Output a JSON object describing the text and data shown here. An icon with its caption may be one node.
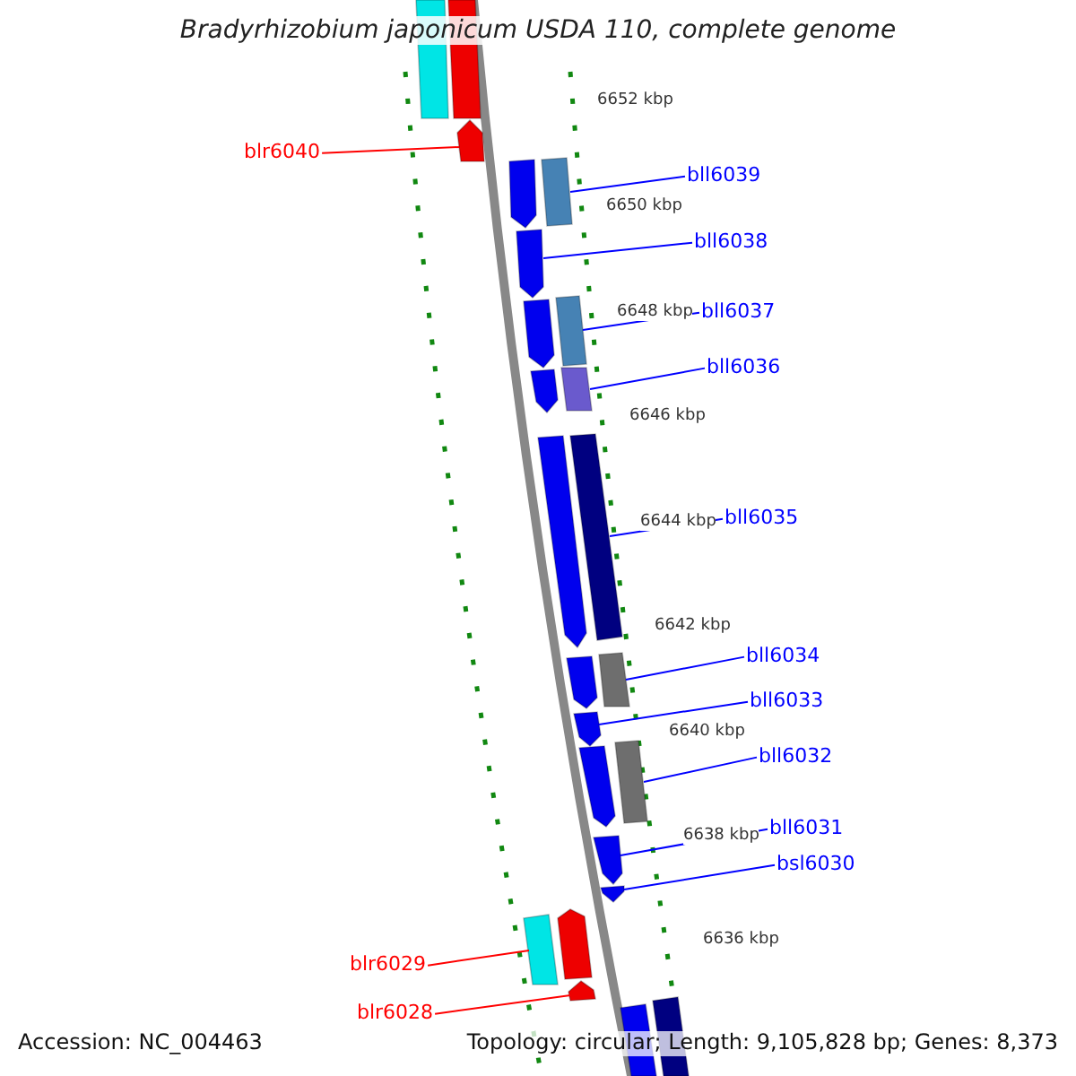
{
  "diagram": {
    "title": "Bradyrhizobium japonicum USDA 110, complete genome",
    "nodes": [
      {
        "text": [],
        "shape": "bar"
      },
      {
        "text": [],
        "shape": "bar"
      },
      {
        "text": [],
        "shape": "pentagon"
      },
      {
        "text": [],
        "shape": "pentagon"
      },
      {
        "text": [],
        "shape": "bar"
      },
      {
        "text": [],
        "shape": "pentagon"
      },
      {
        "text": [],
        "shape": "pentagon"
      },
      {
        "text": [],
        "shape": "bar"
      },
      {
        "text": [],
        "shape": "pentagon"
      },
      {
        "text": [],
        "shape": "bar"
      },
      {
        "text": [],
        "shape": "pentagon"
      },
      {
        "text": [],
        "shape": "bar"
      },
      {
        "text": [],
        "shape": "pentagon"
      },
      {
        "text": [],
        "shape": "bar"
      },
      {
        "text": [],
        "shape": "pentagon"
      },
      {
        "text": [],
        "shape": "pentagon"
      },
      {
        "text": [],
        "shape": "bar"
      },
      {
        "text": [],
        "shape": "pentagon"
      },
      {
        "text": [],
        "shape": "pentagon"
      },
      {
        "text": [],
        "shape": "bar"
      },
      {
        "text": [],
        "shape": "pentagon"
      },
      {
        "text": [],
        "shape": "pentagon"
      },
      {
        "text": [],
        "shape": "bar"
      },
      {
        "text": [],
        "shape": "bar"
      },
      {
        "text": [
          "blr6040"
        ]
      },
      {
        "text": [
          "bll6039"
        ]
      },
      {
        "text": [
          "bll6038"
        ]
      },
      {
        "text": [
          "bll6037"
        ]
      },
      {
        "text": [
          "bll6036"
        ]
      },
      {
        "text": [
          "bll6035"
        ]
      },
      {
        "text": [
          "bll6034"
        ]
      },
      {
        "text": [
          "bll6033"
        ]
      },
      {
        "text": [
          "bll6032"
        ]
      },
      {
        "text": [
          "bll6031"
        ]
      },
      {
        "text": [
          "bsl6030"
        ]
      },
      {
        "text": [
          "blr6029"
        ]
      },
      {
        "text": [
          "blr6028"
        ]
      }
    ],
    "edges": [
      {
        "from": 24,
        "to": 2,
        "arrow": "none",
        "color": "#ff0000"
      },
      {
        "from": 25,
        "to": 4,
        "arrow": "none"
      },
      {
        "from": 26,
        "to": 5,
        "arrow": "none"
      },
      {
        "from": 27,
        "to": 7,
        "arrow": "none"
      },
      {
        "from": 28,
        "to": 9,
        "arrow": "none"
      },
      {
        "from": 29,
        "to": 11,
        "arrow": "none"
      },
      {
        "from": 30,
        "to": 13,
        "arrow": "none"
      },
      {
        "from": 31,
        "to": 14,
        "arrow": "none"
      },
      {
        "from": 32,
        "to": 16,
        "arrow": "none"
      },
      {
        "from": 33,
        "to": 17,
        "arrow": "none"
      },
      {
        "from": 34,
        "to": 18,
        "arrow": "none"
      },
      {
        "from": 35,
        "to": 19,
        "arrow": "none",
        "color": "#ff0000"
      },
      {
        "from": 36,
        "to": 21,
        "arrow": "none",
        "color": "#ff0000"
      }
    ],
    "labels": [
      "6652 kbp",
      "6650 kbp",
      "6648 kbp",
      "6646 kbp",
      "6644 kbp",
      "6642 kbp",
      "6640 kbp",
      "6638 kbp",
      "6636 kbp",
      "Accession: NC_004463",
      "Topology: circular; Length: 9,105,828 bp; Genes: 8,373"
    ]
  }
}
